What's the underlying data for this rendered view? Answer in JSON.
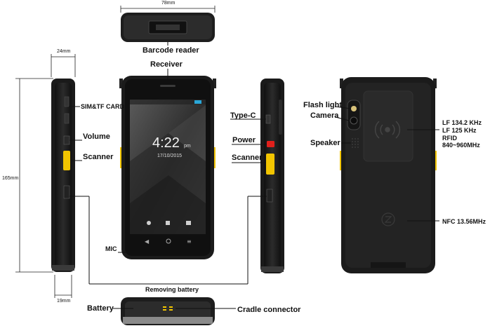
{
  "dimensions": {
    "width_top": "78mm",
    "depth_side": "24mm",
    "height": "165mm",
    "depth_bottom": "19mm"
  },
  "labels": {
    "barcode_reader": "Barcode reader",
    "receiver": "Receiver",
    "sim_tf_card": "SIM&TF CARD",
    "volume": "Volume",
    "scanner_left": "Scanner",
    "mic": "MIC",
    "removing_battery": "Removing battery",
    "battery": "Battery",
    "cradle_connector": "Cradle connector",
    "type_c": "Type-C",
    "power": "Power",
    "scanner_right": "Scanner",
    "flash_light": "Flash light",
    "camera": "Camera",
    "speaker": "Speaker",
    "lf_134": "LF 134.2 KHz",
    "lf_125": "LF 125 KHz",
    "rfid": "RFID",
    "rfid_freq": "840~960MHz",
    "nfc": "NFC 13.56MHz"
  },
  "screen": {
    "time": "4:22",
    "ampm": "pm",
    "date": "17/10/2015"
  },
  "colors": {
    "body": "#1c1c1c",
    "trigger": "#f2c500",
    "power": "#e0201c",
    "screen_bg": "#3a3a3a"
  }
}
